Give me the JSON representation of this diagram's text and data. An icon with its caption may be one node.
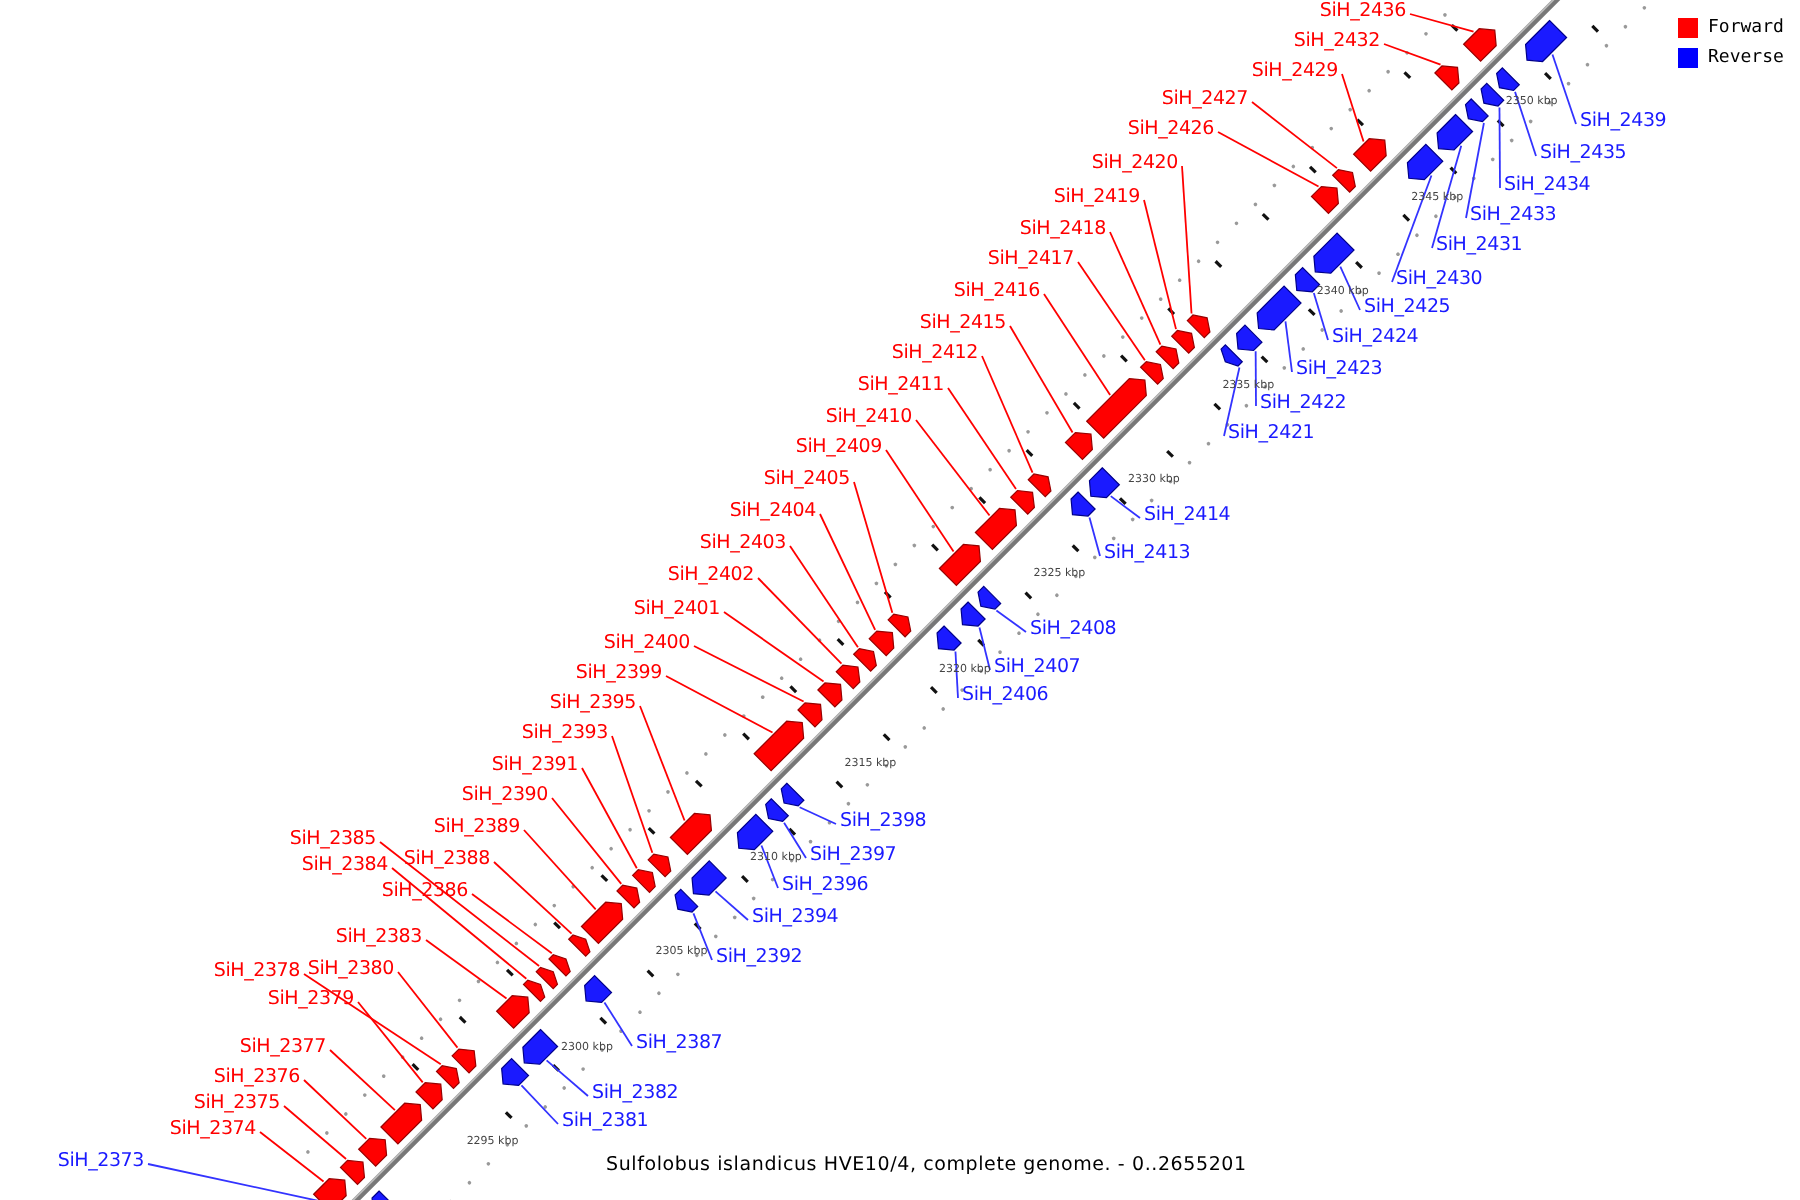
{
  "diagram": {
    "caption": "Sulfolobus islandicus HVE10/4, complete genome. - 0..2655201",
    "nodes": [
      {
        "text": [
          "SiH_2436"
        ]
      },
      {
        "text": [
          "SiH_2432"
        ]
      },
      {
        "text": [
          "SiH_2429"
        ]
      },
      {
        "text": [
          "SiH_2427"
        ]
      },
      {
        "text": [
          "SiH_2439"
        ]
      },
      {
        "text": [
          "SiH_2426"
        ]
      },
      {
        "text": [
          "SiH_2435"
        ]
      },
      {
        "text": [
          "SiH_2420"
        ]
      },
      {
        "text": [
          "SiH_2434"
        ]
      },
      {
        "text": [
          "SiH_2419"
        ]
      },
      {
        "text": [
          "SiH_2433"
        ]
      },
      {
        "text": [
          "SiH_2418"
        ]
      },
      {
        "text": [
          "SiH_2431"
        ]
      },
      {
        "text": [
          "SiH_2417"
        ]
      },
      {
        "text": [
          "SiH_2430"
        ]
      },
      {
        "text": [
          "SiH_2416"
        ]
      },
      {
        "text": [
          "SiH_2425"
        ]
      },
      {
        "text": [
          "SiH_2415"
        ]
      },
      {
        "text": [
          "SiH_2424"
        ]
      },
      {
        "text": [
          "SiH_2412"
        ]
      },
      {
        "text": [
          "SiH_2423"
        ]
      },
      {
        "text": [
          "SiH_2411"
        ]
      },
      {
        "text": [
          "SiH_2422"
        ]
      },
      {
        "text": [
          "SiH_2410"
        ]
      },
      {
        "text": [
          "SiH_2421"
        ]
      },
      {
        "text": [
          "SiH_2409"
        ]
      },
      {
        "text": [
          "SiH_2405"
        ]
      },
      {
        "text": [
          "SiH_2404"
        ]
      },
      {
        "text": [
          "SiH_2414"
        ]
      },
      {
        "text": [
          "SiH_2403"
        ]
      },
      {
        "text": [
          "SiH_2413"
        ]
      },
      {
        "text": [
          "SiH_2402"
        ]
      },
      {
        "text": [
          "SiH_2401"
        ]
      },
      {
        "text": [
          "SiH_2408"
        ]
      },
      {
        "text": [
          "SiH_2400"
        ]
      },
      {
        "text": [
          "SiH_2407"
        ]
      },
      {
        "text": [
          "SiH_2399"
        ]
      },
      {
        "text": [
          "SiH_2406"
        ]
      },
      {
        "text": [
          "SiH_2395"
        ]
      },
      {
        "text": [
          "SiH_2393"
        ]
      },
      {
        "text": [
          "SiH_2391"
        ]
      },
      {
        "text": [
          "SiH_2390"
        ]
      },
      {
        "text": [
          "SiH_2398"
        ]
      },
      {
        "text": [
          "SiH_2389"
        ]
      },
      {
        "text": [
          "SiH_2385"
        ]
      },
      {
        "text": [
          "SiH_2397"
        ]
      },
      {
        "text": [
          "SiH_2388"
        ]
      },
      {
        "text": [
          "SiH_2384"
        ]
      },
      {
        "text": [
          "SiH_2396"
        ]
      },
      {
        "text": [
          "SiH_2386"
        ]
      },
      {
        "text": [
          "SiH_2394"
        ]
      },
      {
        "text": [
          "SiH_2383"
        ]
      },
      {
        "text": [
          "SiH_2392"
        ]
      },
      {
        "text": [
          "SiH_2380"
        ]
      },
      {
        "text": [
          "SiH_2378"
        ]
      },
      {
        "text": [
          "SiH_2379"
        ]
      },
      {
        "text": [
          "SiH_2387"
        ]
      },
      {
        "text": [
          "SiH_2377"
        ]
      },
      {
        "text": [
          "SiH_2376"
        ]
      },
      {
        "text": [
          "SiH_2382"
        ]
      },
      {
        "text": [
          "SiH_2375"
        ]
      },
      {
        "text": [
          "SiH_2381"
        ]
      },
      {
        "text": [
          "SiH_2374"
        ]
      },
      {
        "text": [
          "SiH_2373"
        ]
      },
      {
        "text": [],
        "shape": "arrow"
      },
      {
        "text": [],
        "shape": "arrow"
      },
      {
        "text": [],
        "shape": "arrow"
      },
      {
        "text": [],
        "shape": "arrow"
      },
      {
        "text": [],
        "shape": "arrow"
      },
      {
        "text": [],
        "shape": "arrow"
      },
      {
        "text": [],
        "shape": "arrow"
      },
      {
        "text": [],
        "shape": "arrow"
      },
      {
        "text": [],
        "shape": "arrow"
      },
      {
        "text": [],
        "shape": "arrow"
      },
      {
        "text": [],
        "shape": "arrow"
      },
      {
        "text": [],
        "shape": "arrow"
      },
      {
        "text": [],
        "shape": "arrow"
      },
      {
        "text": [],
        "shape": "arrow"
      },
      {
        "text": [],
        "shape": "arrow"
      },
      {
        "text": [],
        "shape": "arrow"
      },
      {
        "text": [],
        "shape": "arrow"
      },
      {
        "text": [],
        "shape": "arrow"
      },
      {
        "text": [],
        "shape": "arrow"
      },
      {
        "text": [],
        "shape": "arrow"
      },
      {
        "text": [],
        "shape": "arrow"
      },
      {
        "text": [],
        "shape": "arrow"
      },
      {
        "text": [],
        "shape": "arrow"
      },
      {
        "text": [],
        "shape": "arrow"
      },
      {
        "text": [],
        "shape": "arrow"
      },
      {
        "text": [],
        "shape": "arrow"
      },
      {
        "text": [],
        "shape": "arrow"
      },
      {
        "text": [],
        "shape": "arrow"
      },
      {
        "text": [],
        "shape": "arrow"
      },
      {
        "text": [],
        "shape": "arrow"
      },
      {
        "text": [],
        "shape": "arrow"
      },
      {
        "text": [],
        "shape": "arrow"
      },
      {
        "text": [],
        "shape": "arrow"
      },
      {
        "text": [],
        "shape": "arrow"
      },
      {
        "text": [],
        "shape": "arrow"
      },
      {
        "text": [],
        "shape": "arrow"
      },
      {
        "text": [],
        "shape": "arrow"
      },
      {
        "text": [],
        "shape": "arrow"
      },
      {
        "text": [],
        "shape": "arrow"
      },
      {
        "text": [],
        "shape": "arrow"
      },
      {
        "text": [],
        "shape": "arrow"
      },
      {
        "text": [],
        "shape": "arrow"
      },
      {
        "text": [],
        "shape": "arrow"
      },
      {
        "text": [],
        "shape": "arrow"
      },
      {
        "text": [],
        "shape": "arrow"
      },
      {
        "text": [],
        "shape": "arrow"
      },
      {
        "text": [],
        "shape": "arrow"
      },
      {
        "text": [],
        "shape": "arrow"
      },
      {
        "text": [],
        "shape": "arrow"
      },
      {
        "text": [],
        "shape": "arrow"
      },
      {
        "text": [],
        "shape": "arrow"
      },
      {
        "text": [],
        "shape": "arrow"
      },
      {
        "text": [],
        "shape": "arrow"
      },
      {
        "text": [],
        "shape": "arrow"
      },
      {
        "text": [],
        "shape": "arrow"
      },
      {
        "text": [],
        "shape": "arrow"
      },
      {
        "text": [],
        "shape": "arrow"
      },
      {
        "text": [],
        "shape": "arrow"
      },
      {
        "text": [],
        "shape": "arrow"
      },
      {
        "text": [],
        "shape": "arrow"
      },
      {
        "text": [],
        "shape": "arrow"
      },
      {
        "text": [],
        "shape": "arrow"
      },
      {
        "text": [],
        "shape": "arrow"
      },
      {
        "text": [],
        "shape": "arrow"
      }
    ],
    "edges": [
      {
        "from": 0,
        "to": 64,
        "arrow": "none"
      },
      {
        "from": 1,
        "to": 65,
        "arrow": "none"
      },
      {
        "from": 2,
        "to": 66,
        "arrow": "none"
      },
      {
        "from": 3,
        "to": 67,
        "arrow": "none"
      },
      {
        "from": 4,
        "to": 68,
        "arrow": "none",
        "color": "#3333ff"
      },
      {
        "from": 5,
        "to": 69,
        "arrow": "none"
      },
      {
        "from": 6,
        "to": 70,
        "arrow": "none",
        "color": "#3333ff"
      },
      {
        "from": 7,
        "to": 71,
        "arrow": "none"
      },
      {
        "from": 8,
        "to": 72,
        "arrow": "none",
        "color": "#3333ff"
      },
      {
        "from": 9,
        "to": 73,
        "arrow": "none"
      },
      {
        "from": 10,
        "to": 74,
        "arrow": "none",
        "color": "#3333ff"
      },
      {
        "from": 11,
        "to": 75,
        "arrow": "none"
      },
      {
        "from": 12,
        "to": 76,
        "arrow": "none",
        "color": "#3333ff"
      },
      {
        "from": 13,
        "to": 77,
        "arrow": "none"
      },
      {
        "from": 14,
        "to": 78,
        "arrow": "none",
        "color": "#3333ff"
      },
      {
        "from": 15,
        "to": 79,
        "arrow": "none"
      },
      {
        "from": 16,
        "to": 80,
        "arrow": "none",
        "color": "#3333ff"
      },
      {
        "from": 17,
        "to": 81,
        "arrow": "none"
      },
      {
        "from": 18,
        "to": 82,
        "arrow": "none",
        "color": "#3333ff"
      },
      {
        "from": 19,
        "to": 83,
        "arrow": "none"
      },
      {
        "from": 20,
        "to": 84,
        "arrow": "none",
        "color": "#3333ff"
      },
      {
        "from": 21,
        "to": 85,
        "arrow": "none"
      },
      {
        "from": 22,
        "to": 86,
        "arrow": "none",
        "color": "#3333ff"
      },
      {
        "from": 23,
        "to": 87,
        "arrow": "none"
      },
      {
        "from": 24,
        "to": 88,
        "arrow": "none",
        "color": "#3333ff"
      },
      {
        "from": 25,
        "to": 89,
        "arrow": "none"
      },
      {
        "from": 26,
        "to": 90,
        "arrow": "none"
      },
      {
        "from": 27,
        "to": 91,
        "arrow": "none"
      },
      {
        "from": 28,
        "to": 92,
        "arrow": "none",
        "color": "#3333ff"
      },
      {
        "from": 29,
        "to": 93,
        "arrow": "none"
      },
      {
        "from": 30,
        "to": 94,
        "arrow": "none",
        "color": "#3333ff"
      },
      {
        "from": 31,
        "to": 95,
        "arrow": "none"
      },
      {
        "from": 32,
        "to": 96,
        "arrow": "none"
      },
      {
        "from": 33,
        "to": 97,
        "arrow": "none",
        "color": "#3333ff"
      },
      {
        "from": 34,
        "to": 98,
        "arrow": "none"
      },
      {
        "from": 35,
        "to": 99,
        "arrow": "none",
        "color": "#3333ff"
      },
      {
        "from": 36,
        "to": 100,
        "arrow": "none"
      },
      {
        "from": 37,
        "to": 101,
        "arrow": "none",
        "color": "#3333ff"
      },
      {
        "from": 38,
        "to": 102,
        "arrow": "none"
      },
      {
        "from": 39,
        "to": 103,
        "arrow": "none"
      },
      {
        "from": 40,
        "to": 104,
        "arrow": "none"
      },
      {
        "from": 41,
        "to": 105,
        "arrow": "none"
      },
      {
        "from": 42,
        "to": 106,
        "arrow": "none",
        "color": "#3333ff"
      },
      {
        "from": 43,
        "to": 107,
        "arrow": "none"
      },
      {
        "from": 44,
        "to": 108,
        "arrow": "none"
      },
      {
        "from": 45,
        "to": 109,
        "arrow": "none",
        "color": "#3333ff"
      },
      {
        "from": 46,
        "to": 110,
        "arrow": "none"
      },
      {
        "from": 47,
        "to": 111,
        "arrow": "none"
      },
      {
        "from": 48,
        "to": 112,
        "arrow": "none",
        "color": "#3333ff"
      },
      {
        "from": 49,
        "to": 113,
        "arrow": "none"
      },
      {
        "from": 50,
        "to": 114,
        "arrow": "none",
        "color": "#3333ff"
      },
      {
        "from": 51,
        "to": 115,
        "arrow": "none"
      },
      {
        "from": 52,
        "to": 116,
        "arrow": "none",
        "color": "#3333ff"
      },
      {
        "from": 53,
        "to": 117,
        "arrow": "none"
      },
      {
        "from": 54,
        "to": 118,
        "arrow": "none"
      },
      {
        "from": 55,
        "to": 119,
        "arrow": "none"
      },
      {
        "from": 56,
        "to": 120,
        "arrow": "none",
        "color": "#3333ff"
      },
      {
        "from": 57,
        "to": 121,
        "arrow": "none"
      },
      {
        "from": 58,
        "to": 122,
        "arrow": "none"
      },
      {
        "from": 59,
        "to": 123,
        "arrow": "none",
        "color": "#3333ff"
      },
      {
        "from": 60,
        "to": 124,
        "arrow": "none"
      },
      {
        "from": 61,
        "to": 125,
        "arrow": "none",
        "color": "#3333ff"
      },
      {
        "from": 62,
        "to": 126,
        "arrow": "none"
      },
      {
        "from": 63,
        "to": 127,
        "arrow": "none",
        "color": "#3333ff"
      }
    ],
    "labels": [
      "2350 kbp",
      "2345 kbp",
      "2340 kbp",
      "2335 kbp",
      "2330 kbp",
      "2325 kbp",
      "2320 kbp",
      "2315 kbp",
      "2310 kbp",
      "2305 kbp",
      "2300 kbp",
      "2295 kbp"
    ],
    "legend": [
      {
        "text": "Forward",
        "color": "#ff0000"
      },
      {
        "text": "Reverse",
        "color": "#0000ff"
      }
    ]
  }
}
